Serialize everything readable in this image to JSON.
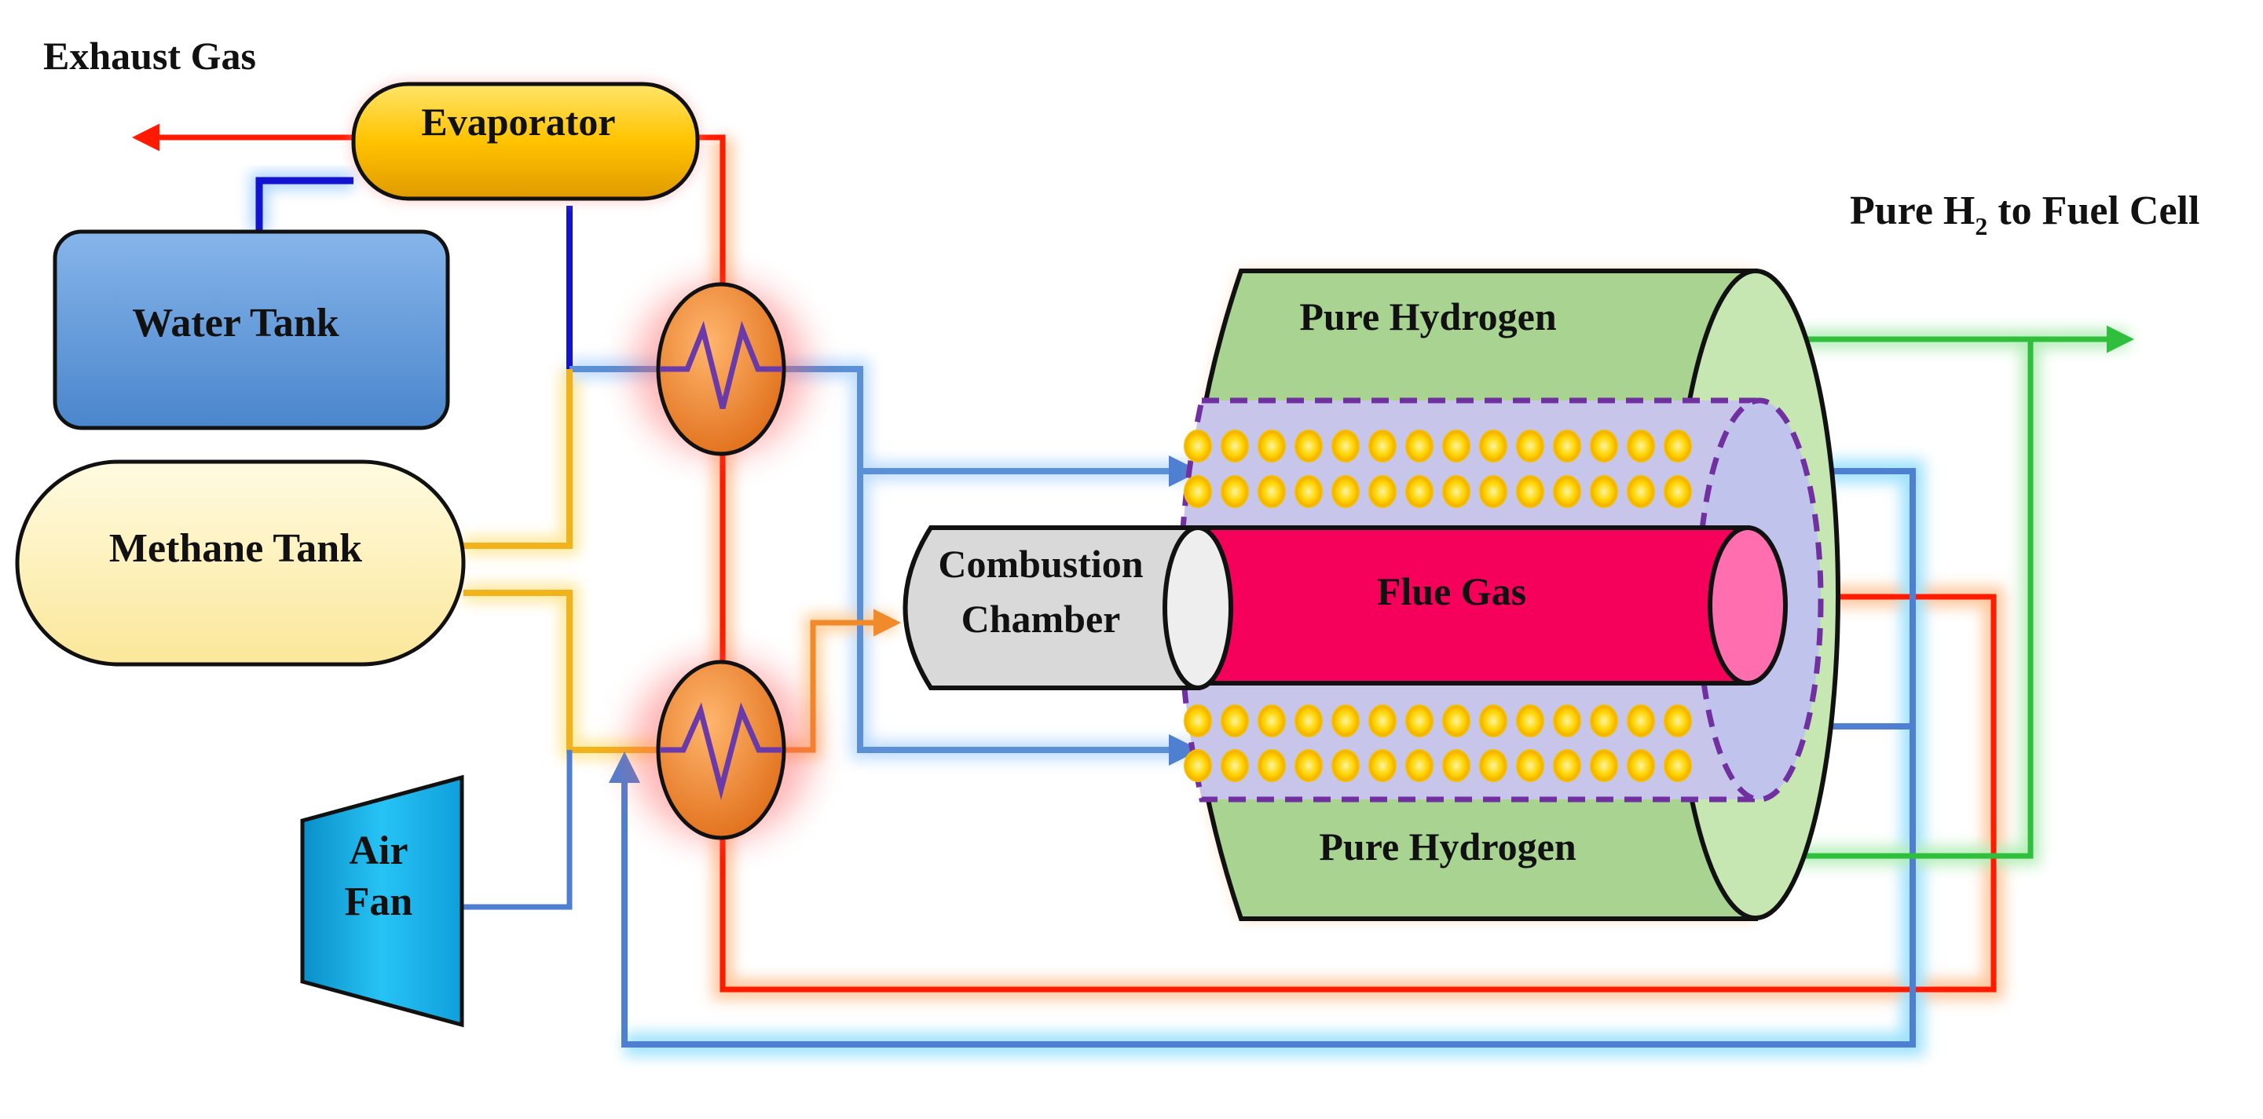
{
  "labels": {
    "exhaust_gas": "Exhaust Gas",
    "evaporator": "Evaporator",
    "water_tank": "Water Tank",
    "methane_tank": "Methane Tank",
    "air_fan_line1": "Air",
    "air_fan_line2": "Fan",
    "combustion_line1": "Combustion",
    "combustion_line2": "Chamber",
    "flue_gas": "Flue Gas",
    "pure_hydrogen_top": "Pure Hydrogen",
    "pure_hydrogen_bottom": "Pure Hydrogen",
    "h2_pre": "Pure H",
    "h2_sub": "2",
    "h2_post": " to Fuel Cell"
  },
  "colors": {
    "water_line": "#1212d0",
    "steam_line": "#5b8fd6",
    "methane_line": "#f2b21c",
    "hot_line": "#ff1a00",
    "hydrogen_line": "#2fbf3c",
    "air_line": "#4f7fd0",
    "evaporator_fill": "#ffc300",
    "water_tank_fill": "#5f99da",
    "methane_tank_fill": "#fdf0b0",
    "fan_fill": "#19b7ef",
    "hx_fill": "#ee8a38",
    "hx_glow": "#ff5a5a",
    "reactor_shell": "#a8d390",
    "flue_gas_fill": "#f5005a",
    "flue_gas_end": "#ff6fb0",
    "catalyst_bead": "#ffd000",
    "membrane": "#7030a0",
    "combustion_fill": "#d9d9d9"
  },
  "icons": {
    "heat_exchanger": "heat-exchanger-icon",
    "fan": "air-fan-icon",
    "arrow": "flow-arrow-icon"
  }
}
